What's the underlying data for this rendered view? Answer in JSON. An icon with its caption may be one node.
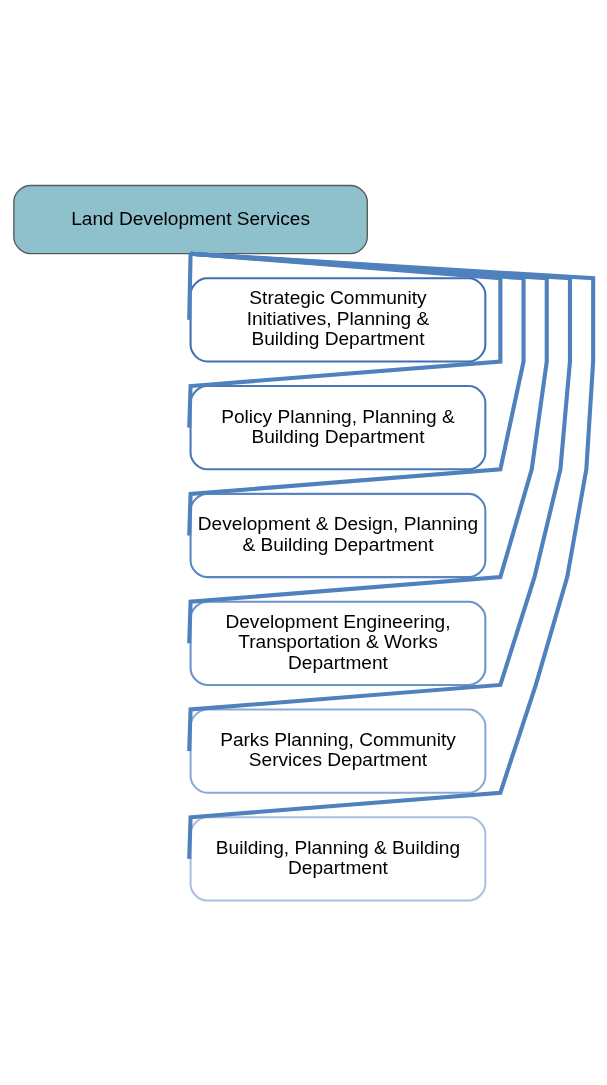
{
  "diagram": {
    "nodes": [
      {
        "text": [
          "Land Development Services"
        ]
      },
      {
        "text": [
          "Strategic Community Initiatives, Planning & Building Department"
        ]
      },
      {
        "text": [
          "Policy Planning, Planning & Building Department"
        ]
      },
      {
        "text": [
          "Development & Design, Planning & Building Department"
        ]
      },
      {
        "text": [
          "Development Engineering, Transportation & Works Department"
        ]
      },
      {
        "text": [
          "Parks Planning, Community Services Department"
        ]
      },
      {
        "text": [
          "Building, Planning & Building Department"
        ]
      }
    ],
    "edges": [
      {
        "from": 0,
        "to": 1,
        "arrow": "none"
      },
      {
        "from": 0,
        "to": 2,
        "arrow": "none"
      },
      {
        "from": 0,
        "to": 3,
        "arrow": "none"
      },
      {
        "from": 0,
        "to": 4,
        "arrow": "none"
      },
      {
        "from": 0,
        "to": 5,
        "arrow": "none"
      },
      {
        "from": 0,
        "to": 6,
        "arrow": "none"
      }
    ]
  }
}
